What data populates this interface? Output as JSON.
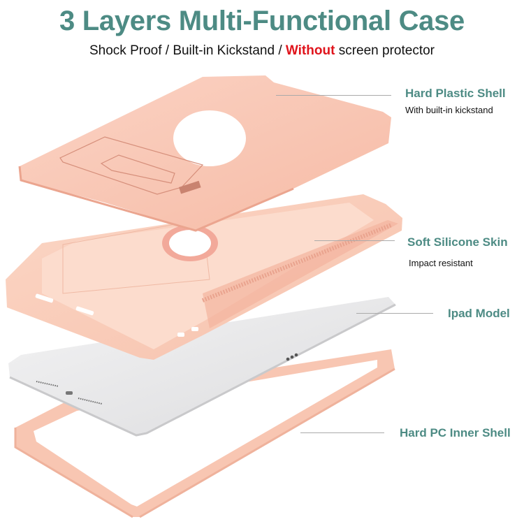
{
  "header": {
    "title": "3 Layers Multi-Functional Case",
    "subtitle_part1": "Shock Proof / Built-in Kickstand / ",
    "subtitle_highlight": "Without",
    "subtitle_part2": " screen protector"
  },
  "layers": [
    {
      "name": "Hard Plastic Shell",
      "description": "With built-in kickstand"
    },
    {
      "name": "Soft Silicone Skin",
      "description": "Impact resistant"
    },
    {
      "name": "Ipad Model",
      "description": ""
    },
    {
      "name": "Hard PC Inner Shell",
      "description": ""
    }
  ],
  "colors": {
    "title": "#4d8b84",
    "highlight": "#e0141c",
    "case_pink": "#f9c9b6",
    "case_pink_dark": "#efb29c",
    "ipad_silver": "#e9e9ea",
    "leader_line": "#aaaaaa"
  }
}
